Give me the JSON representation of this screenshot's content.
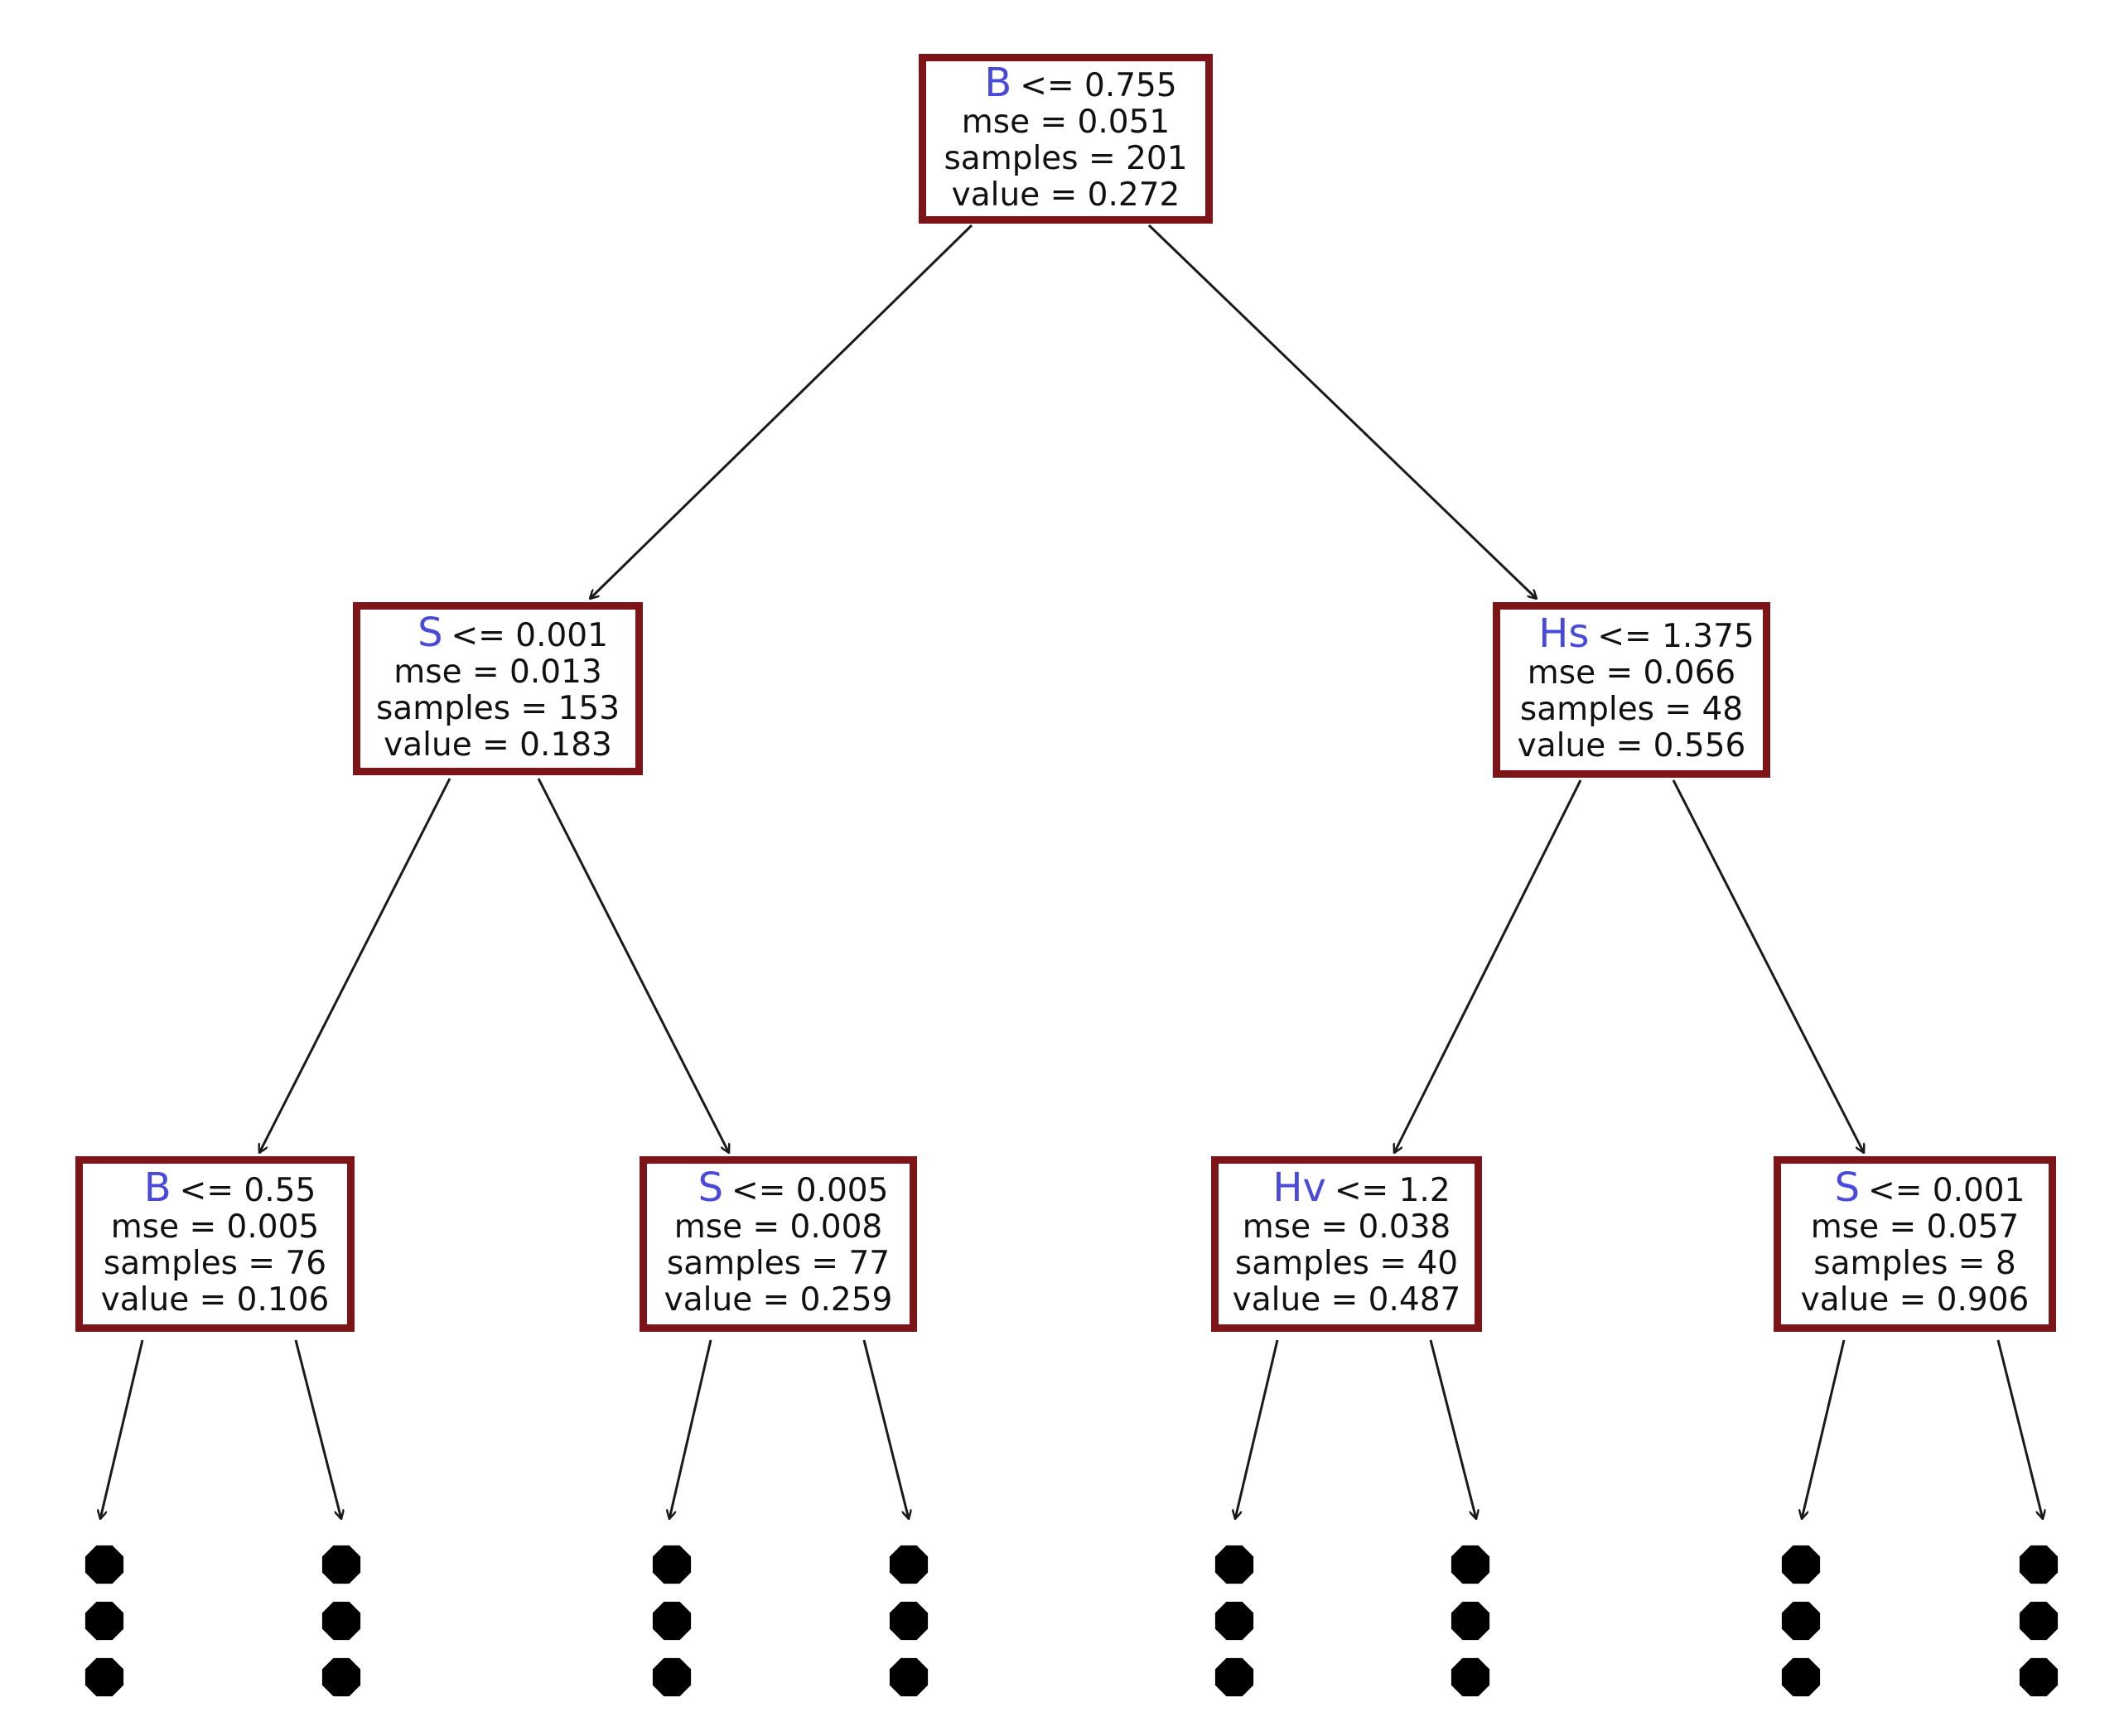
{
  "diagram": {
    "colors": {
      "node_border": "#7d1417",
      "feature": "#4a4ad8",
      "text": "#111111",
      "edge": "#1a1a1a"
    },
    "nodes": [
      {
        "id": "root",
        "feature": "B",
        "op": "<= 0.755",
        "mse": "mse = 0.051",
        "samples": "samples = 201",
        "value": "value = 0.272"
      },
      {
        "id": "n1",
        "feature": "S",
        "op": "<= 0.001",
        "mse": "mse = 0.013",
        "samples": "samples = 153",
        "value": "value = 0.183"
      },
      {
        "id": "n2",
        "feature": "Hs",
        "op": "<= 1.375",
        "mse": "mse = 0.066",
        "samples": "samples = 48",
        "value": "value = 0.556"
      },
      {
        "id": "n3",
        "feature": "B",
        "op": "<= 0.55",
        "mse": "mse = 0.005",
        "samples": "samples = 76",
        "value": "value = 0.106"
      },
      {
        "id": "n4",
        "feature": "S",
        "op": "<= 0.005",
        "mse": "mse = 0.008",
        "samples": "samples = 77",
        "value": "value = 0.259"
      },
      {
        "id": "n5",
        "feature": "Hv",
        "op": "<= 1.2",
        "mse": "mse = 0.038",
        "samples": "samples = 40",
        "value": "value = 0.487"
      },
      {
        "id": "n6",
        "feature": "S",
        "op": "<= 0.001",
        "mse": "mse = 0.057",
        "samples": "samples = 8",
        "value": "value = 0.906"
      }
    ],
    "edges": [
      [
        "root",
        "n1"
      ],
      [
        "root",
        "n2"
      ],
      [
        "n1",
        "n3"
      ],
      [
        "n1",
        "n4"
      ],
      [
        "n2",
        "n5"
      ],
      [
        "n2",
        "n6"
      ]
    ],
    "truncated_branches": 8
  }
}
